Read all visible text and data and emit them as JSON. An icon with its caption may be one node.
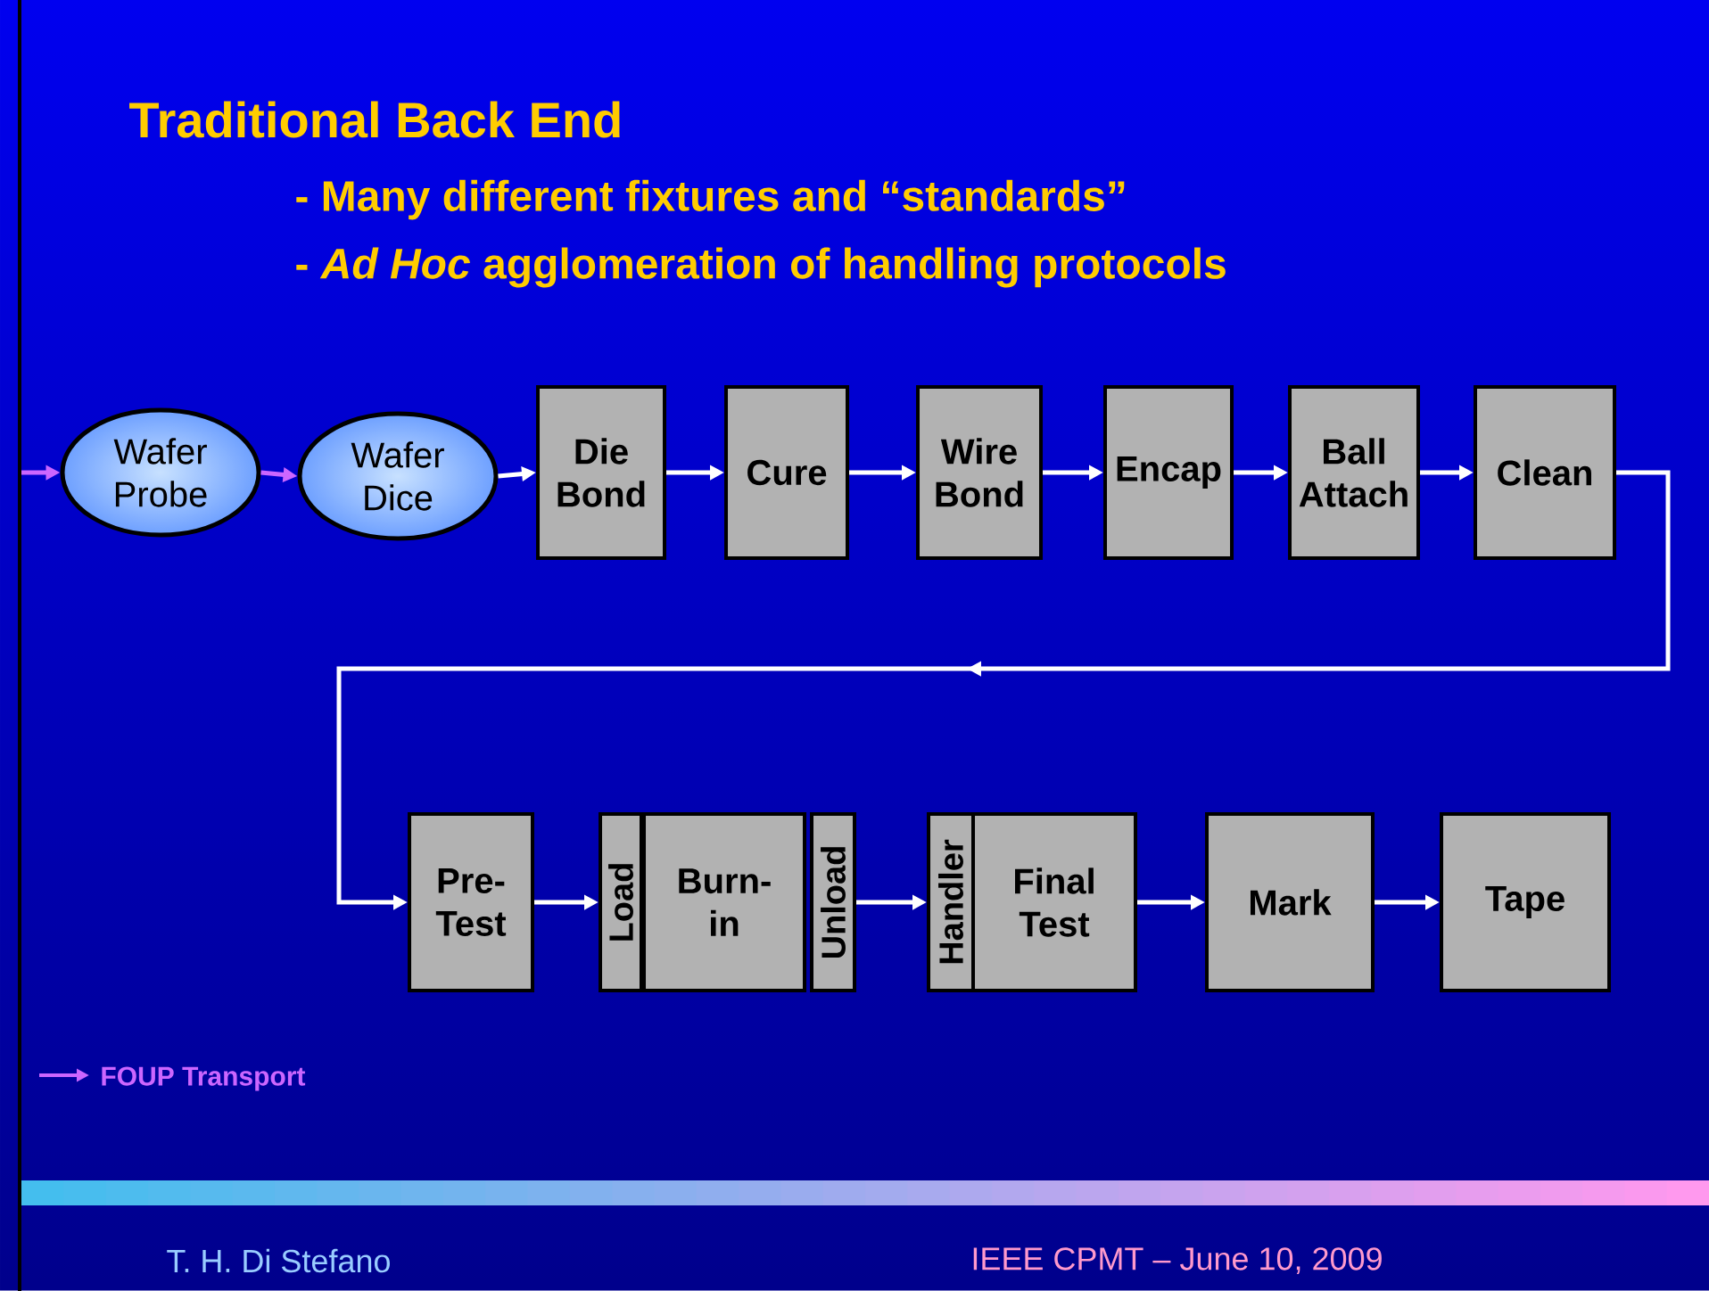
{
  "diagram": {
    "title": "Traditional Back End",
    "nodes": [
      {
        "text": [
          "Wafer Probe"
        ]
      },
      {
        "text": [
          "Wafer Dice"
        ]
      },
      {
        "text": [
          "Die Bond"
        ]
      },
      {
        "text": [
          "Cure"
        ]
      },
      {
        "text": [
          "Wire Bond"
        ]
      },
      {
        "text": [
          "Encap"
        ]
      },
      {
        "text": [
          "Ball Attach"
        ]
      },
      {
        "text": [
          "Clean"
        ]
      },
      {
        "text": [
          "Pre-Test"
        ]
      },
      {
        "text": [
          "Load"
        ]
      },
      {
        "text": [
          "Burn-in"
        ]
      },
      {
        "text": [
          "Unload"
        ]
      },
      {
        "text": [
          "Handler"
        ]
      },
      {
        "text": [
          "Final Test"
        ]
      },
      {
        "text": [
          "Mark"
        ]
      },
      {
        "text": [
          "Tape"
        ]
      }
    ],
    "edges": [
      {
        "from": null,
        "to": 0,
        "arrow": "to",
        "color": "#cc66ff"
      },
      {
        "from": 0,
        "to": 1,
        "arrow": "to",
        "color": "#cc66ff"
      },
      {
        "from": 1,
        "to": 2,
        "arrow": "to"
      },
      {
        "from": 2,
        "to": 3,
        "arrow": "to"
      },
      {
        "from": 3,
        "to": 4,
        "arrow": "to"
      },
      {
        "from": 4,
        "to": 5,
        "arrow": "to"
      },
      {
        "from": 5,
        "to": 6,
        "arrow": "to"
      },
      {
        "from": 6,
        "to": 7,
        "arrow": "to"
      },
      {
        "from": 7,
        "to": 8,
        "arrow": "to"
      },
      {
        "from": 8,
        "to": 9,
        "arrow": "to"
      },
      {
        "from": 11,
        "to": 12,
        "arrow": "to"
      },
      {
        "from": 13,
        "to": 14,
        "arrow": "to"
      },
      {
        "from": 14,
        "to": 15,
        "arrow": "to"
      }
    ],
    "labels": [
      "- Many different fixtures and “standards”",
      "- *Ad Hoc* agglomeration of handling protocols",
      "T. H. Di Stefano",
      "IEEE CPMT – June 10, 2009"
    ],
    "legend": [
      {
        "text": "FOUP Transport"
      }
    ]
  }
}
